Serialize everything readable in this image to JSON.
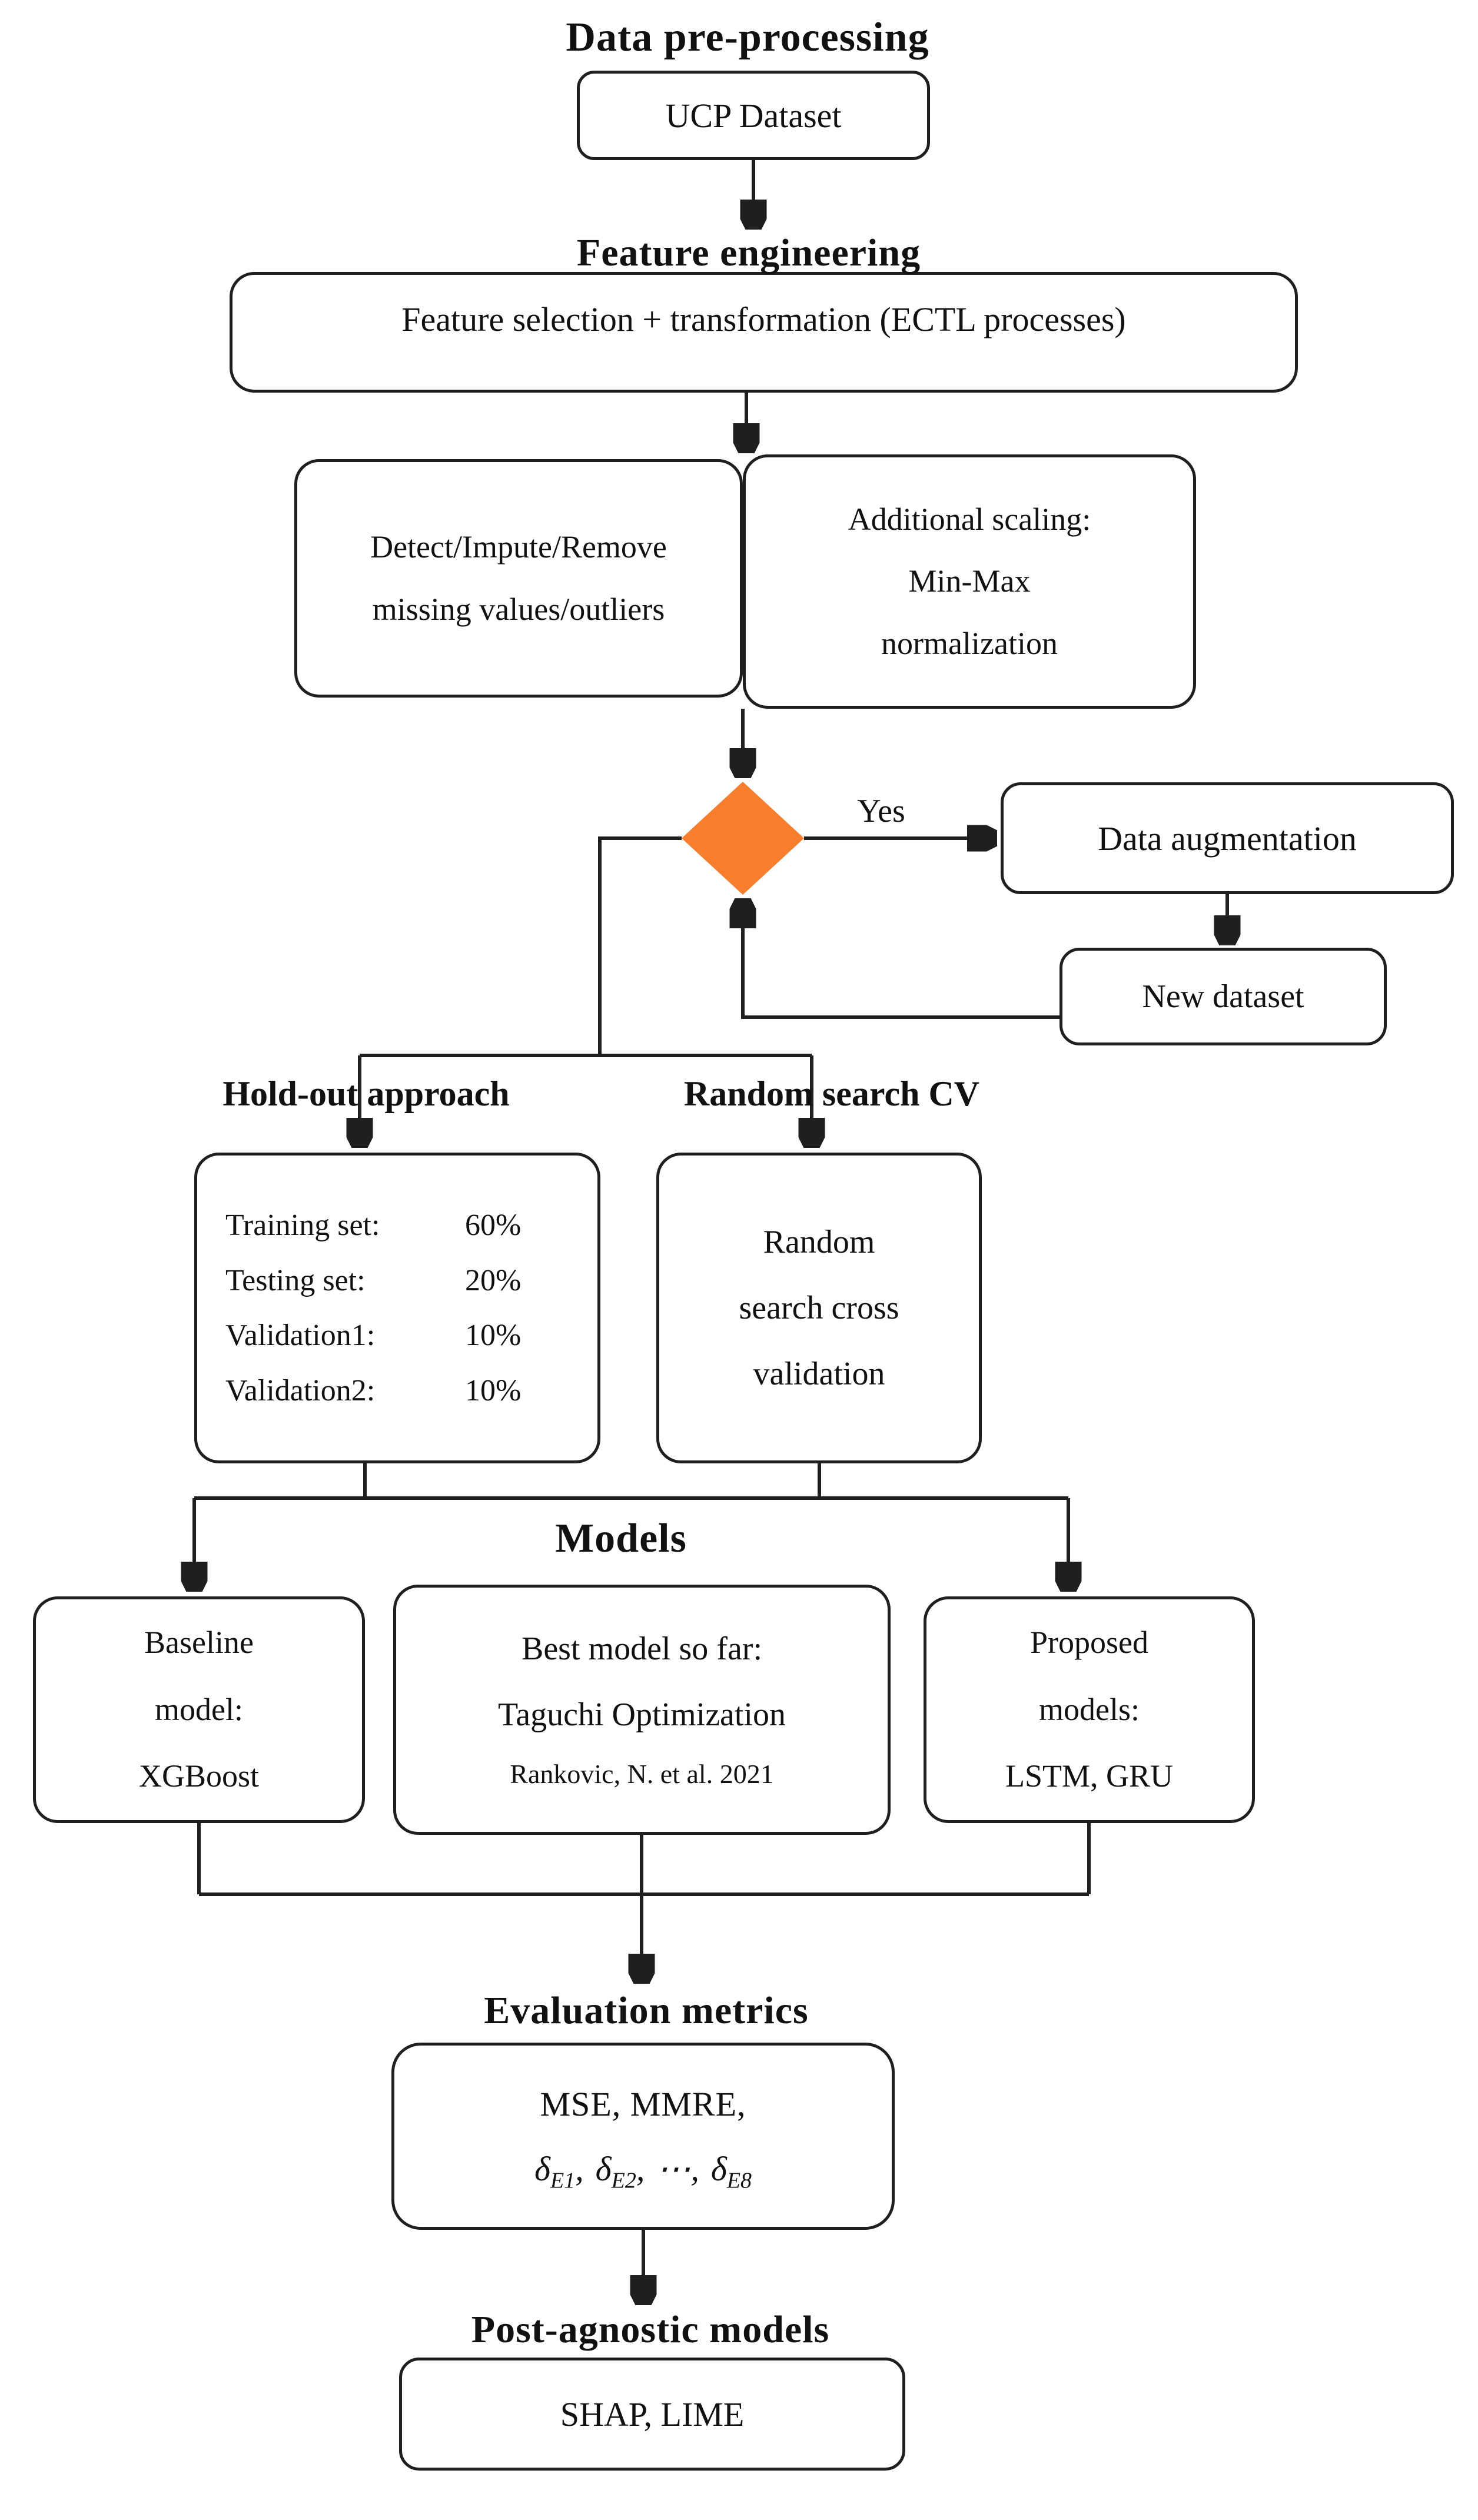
{
  "diagram": {
    "background_color": "#FFFFFF",
    "line_color": "#1F1F1F",
    "decision_color": "#F87D2C",
    "titles": {
      "preprocessing": "Data pre-processing",
      "feature_engineering": "Feature engineering",
      "models": "Models",
      "evaluation": "Evaluation metrics",
      "post_agnostic": "Post-agnostic models"
    },
    "branch_labels": {
      "yes": "Yes",
      "holdout": "Hold-out approach",
      "random_search_cv": "Random search CV"
    },
    "nodes": {
      "ucp": "UCP Dataset",
      "ectl": "Feature selection + transformation (ECTL processes)",
      "detect": "Detect/Impute/Remove\nmissing values/outliers",
      "scaling": "Additional scaling:\nMin-Max\nnormalization",
      "data_augmentation": "Data augmentation",
      "new_dataset": "New dataset",
      "holdout_split": {
        "rows": [
          {
            "label": "Training set:",
            "value": "60%"
          },
          {
            "label": "Testing set:",
            "value": "20%"
          },
          {
            "label": "Validation1:",
            "value": "10%"
          },
          {
            "label": "Validation2:",
            "value": "10%"
          }
        ]
      },
      "random_search": "Random\nsearch cross\nvalidation",
      "baseline": "Baseline\nmodel:\nXGBoost",
      "best_model": {
        "line1": "Best model so far:",
        "line2": "Taguchi Optimization",
        "line3": "Rankovic, N. et al. 2021"
      },
      "proposed": "Proposed\nmodels:\nLSTM, GRU",
      "metrics": {
        "line1": "MSE, MMRE,",
        "delta": "δ",
        "sub1": "E1",
        "sub2": "E2",
        "sub8": "E8",
        "comma": ",",
        "cdots": "⋯"
      },
      "shap": "SHAP, LIME"
    }
  }
}
